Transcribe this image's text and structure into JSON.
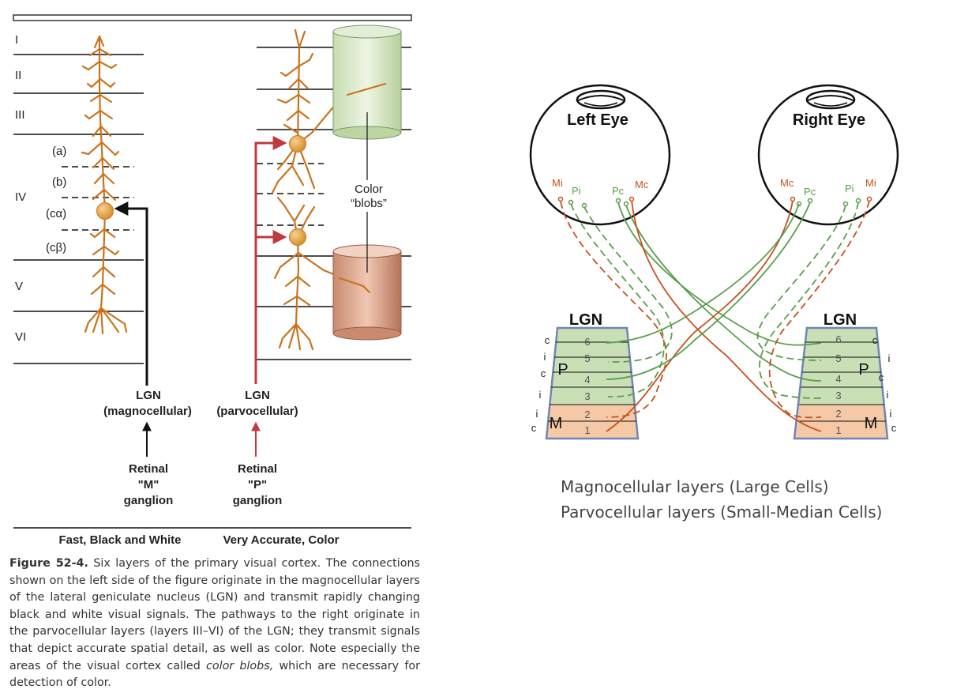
{
  "left_figure": {
    "layer_labels": [
      "I",
      "II",
      "III",
      "IV",
      "V",
      "VI"
    ],
    "sublayer_labels": [
      "(a)",
      "(b)",
      "(cα)",
      "(cβ)"
    ],
    "lgn_left": [
      "LGN",
      "(magnocellular)"
    ],
    "lgn_right": [
      "LGN",
      "(parvocellular)"
    ],
    "retinal_m": [
      "Retinal",
      "\"M\"",
      "ganglion"
    ],
    "retinal_p": [
      "Retinal",
      "\"P\"",
      "ganglion"
    ],
    "blobs_label": [
      "Color",
      "“blobs”"
    ],
    "bottom_left": "Fast, Black and White",
    "bottom_right": "Very Accurate, Color"
  },
  "caption": {
    "figure_number": "Figure 52-4.",
    "text_1": " Six layers of the primary visual cortex. The connections shown on the left side of the figure originate in the magnocellular layers of the lateral geniculate nucleus (LGN) and transmit rapidly changing black and white visual signals. The pathways to the right originate in the parvocellular layers (layers III–VI) of the LGN; they transmit signals that depict accurate spatial detail, as well as color. Note especially the areas of the visual cortex called ",
    "italic": "color blobs,",
    "text_2": " which are necessary for detection of color."
  },
  "right_figure": {
    "left_eye": "Left Eye",
    "right_eye": "Right Eye",
    "lgn": "LGN",
    "layer_numbers": [
      "6",
      "5",
      "4",
      "3",
      "2",
      "1"
    ],
    "side_letters_left": [
      "c",
      "i",
      "c",
      "i",
      "i",
      "c"
    ],
    "side_letters_right": [
      "c",
      "i",
      "c",
      "i",
      "i",
      "c"
    ],
    "p_label": "P",
    "m_label": "M",
    "left_eye_cells": [
      "Mi",
      "Pi",
      "Pc",
      "Mc"
    ],
    "right_eye_cells": [
      "Mc",
      "Pc",
      "Pi",
      "Mi"
    ],
    "colors": {
      "parvo": "#5a9e4c",
      "magno": "#c8501e",
      "parvo_fill": "#c9dfb6",
      "magno_fill": "#f5c8a6",
      "neuron": "#c8741e"
    }
  },
  "legend": {
    "magno": "Magnocellular layers (Large Cells)",
    "parvo": "Parvocellular layers (Small-Median Cells)"
  }
}
